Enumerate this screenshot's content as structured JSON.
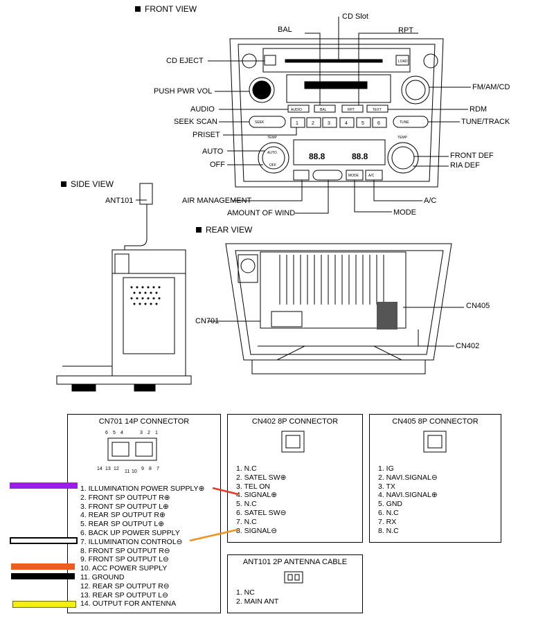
{
  "views": {
    "front": "FRONT VIEW",
    "side": "SIDE VIEW",
    "rear": "REAR VIEW"
  },
  "front_callouts": {
    "cd_slot": "CD Slot",
    "bal": "BAL",
    "rpt": "RPT",
    "cd_eject": "CD EJECT",
    "push_pwr_vol": "PUSH PWR VOL",
    "fm_am_cd": "FM/AM/CD",
    "audio": "AUDIO",
    "rdm": "RDM",
    "seek_scan": "SEEK SCAN",
    "tune_track": "TUNE/TRACK",
    "priset": "PRISET",
    "auto": "AUTO",
    "front_def": "FRONT DEF",
    "off": "OFF",
    "ria_def": "RIA DEF",
    "air_management": "AIR MANAGEMENT",
    "a_c": "A/C",
    "amount_of_wind": "AMOUNT OF WIND",
    "mode": "MODE"
  },
  "panel_buttons": {
    "audio": "AUDIO",
    "bal": "BAL",
    "rpt": "RPT",
    "text": "TEXT",
    "load": "LOAD",
    "auto": "AUTO",
    "off": "OFF",
    "mode": "MODE",
    "ac": "A/C",
    "presets": [
      "1",
      "2",
      "3",
      "4",
      "5",
      "6"
    ],
    "display": "88.8",
    "temp": "TEMP",
    "seek": "SEEK",
    "tune": "TUNE"
  },
  "side_callouts": {
    "ant101": "ANT101"
  },
  "rear_callouts": {
    "cn701": "CN701",
    "cn405": "CN405",
    "cn402": "CN402"
  },
  "cn701": {
    "title": "CN701 14P CONNECTOR",
    "top_pins": [
      "6",
      "5",
      "4",
      "3",
      "2",
      "1"
    ],
    "bottom_pins": [
      "14",
      "13",
      "12",
      "11",
      "10",
      "9",
      "8",
      "7"
    ],
    "pins": [
      "1.  ILLUMINATION POWER SUPPLY⊕",
      "2.  FRONT SP OUTPUT R⊕",
      "3.  FRONT SP OUTPUT L⊕",
      "4.  REAR SP OUTPUT R⊕",
      "5.  REAR SP OUTPUT L⊕",
      "6.  BACK UP POWER SUPPLY",
      "7.  ILLUMINATION CONTROL⊖",
      "8.  FRONT SP OUTPUT R⊖",
      "9.  FRONT SP OUTPUT L⊖",
      "10. ACC POWER SUPPLY",
      "11. GROUND",
      "12. REAR SP OUTPUT R⊖",
      "13. REAR SP OUTPUT L⊖",
      "14. OUTPUT FOR ANTENNA"
    ]
  },
  "cn402": {
    "title": "CN402  8P CONNECTOR",
    "pins": [
      "1.  N.C",
      "2.  SATEL SW⊕",
      "3.  TEL ON",
      "4.  SIGNAL⊕",
      "5.  N.C",
      "6.  SATEL SW⊖",
      "7.  N.C",
      "8.  SIGNAL⊖"
    ]
  },
  "cn405": {
    "title": "CN405  8P CONNECTOR",
    "pins": [
      "1.  IG",
      "2.  NAVI.SIGNAL⊖",
      "3.  TX",
      "4.  NAVI.SIGNAL⊕",
      "5.  GND",
      "6.  N.C",
      "7.  RX",
      "8.  N.C"
    ]
  },
  "ant101": {
    "title": "ANT101 2P ANTENNA CABLE",
    "pins": [
      "1.  NC",
      "2.  MAIN ANT"
    ]
  },
  "colors": {
    "wire_illumination_power": "#9b1fe0",
    "wire_acc_power": "#f05a1e",
    "wire_ground": "#000000",
    "wire_antenna": "#f5f00a",
    "link_red": "#e23b1f",
    "link_orange": "#f0901e"
  }
}
